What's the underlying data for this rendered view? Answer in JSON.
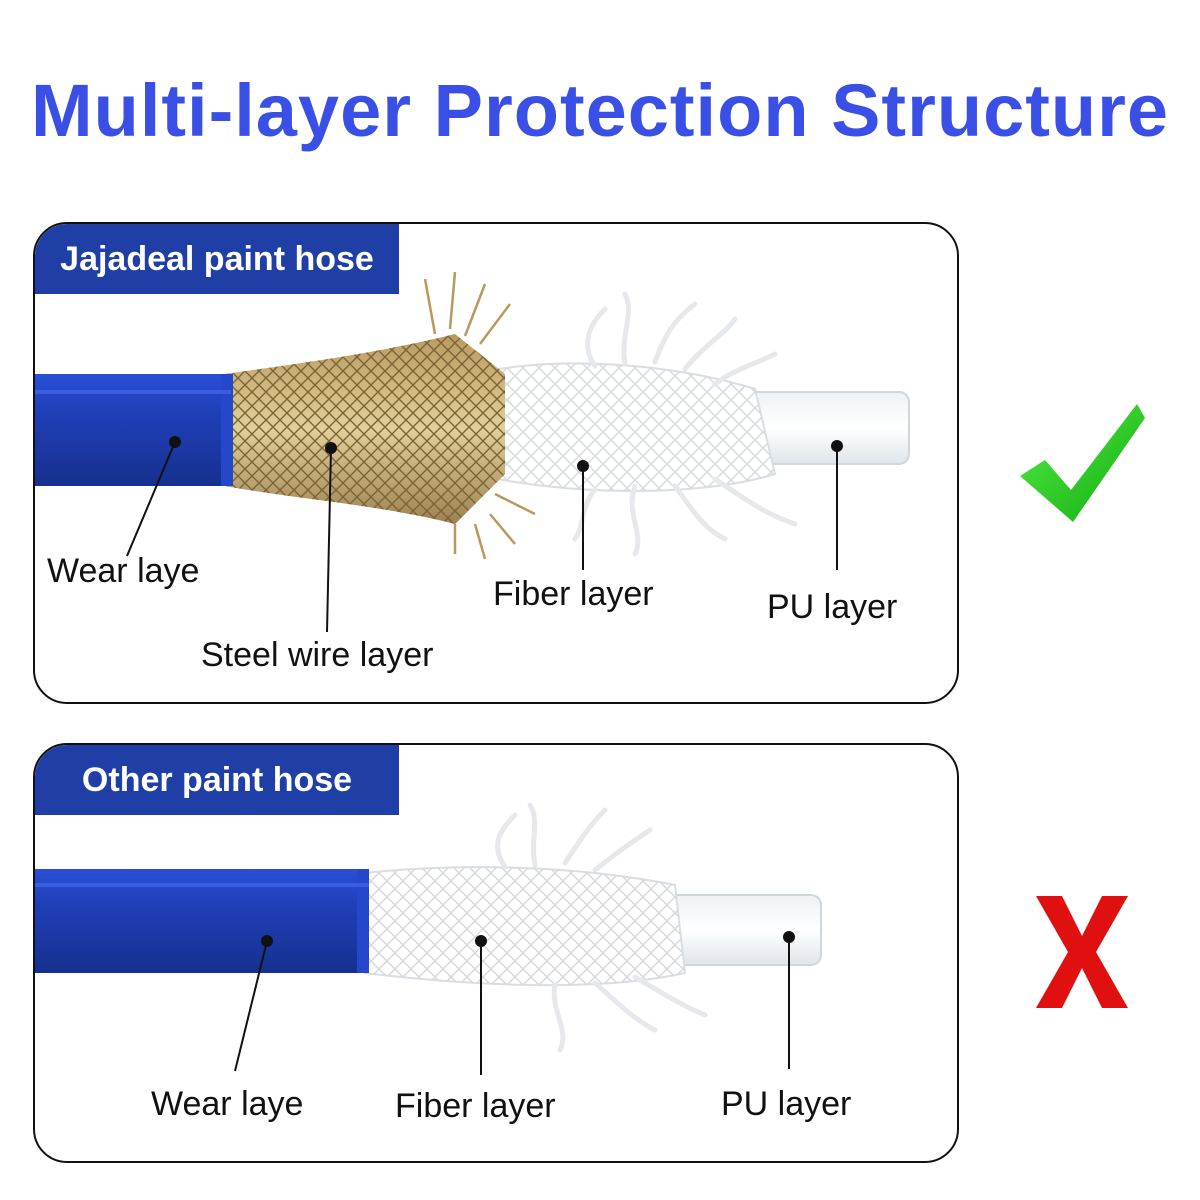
{
  "title": "Multi-layer Protection Structure",
  "colors": {
    "title": "#3a4fe6",
    "tag_bg": "#1f3fa6",
    "hose_blue": "#1f3fb8",
    "steel": "#c8b07a",
    "check": "#22cc22",
    "cross": "#e01010"
  },
  "panels": {
    "top": {
      "tag": "Jajadeal paint hose",
      "labels": {
        "wear": "Wear laye",
        "steel": "Steel wire layer",
        "fiber": "Fiber layer",
        "pu": "PU layer"
      },
      "verdict_icon": "check-icon"
    },
    "bottom": {
      "tag": "Other paint hose",
      "labels": {
        "wear": "Wear laye",
        "fiber": "Fiber layer",
        "pu": "PU layer"
      },
      "verdict_icon": "cross-icon"
    }
  }
}
